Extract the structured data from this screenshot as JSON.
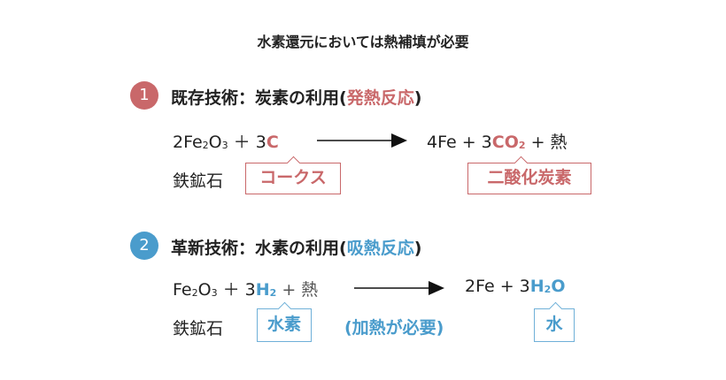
{
  "title": "水素還元においては熱補填が必要",
  "colors": {
    "red": "#c9686a",
    "blue": "#4a9ccc"
  },
  "section1": {
    "number": "1",
    "heading": "既存技術：炭素の利用(",
    "heading_highlight": "発熱反応",
    "heading_close": ")",
    "lhs": {
      "a": "2Fe",
      "a_sub1": "2",
      "a2": "O",
      "a_sub2": "3",
      "plus": " ＋ 3",
      "reagent": "C"
    },
    "rhs": {
      "a": "4Fe + 3",
      "product": "CO",
      "product_sub": "2",
      "tail": " + 熱"
    },
    "ore_label": "鉄鉱石",
    "reagent_label": "コークス",
    "product_label": "二酸化炭素"
  },
  "section2": {
    "number": "2",
    "heading": "革新技術：水素の利用(",
    "heading_highlight": "吸熱反応",
    "heading_close": ")",
    "lhs": {
      "a": "Fe",
      "a_sub1": "2",
      "a2": "O",
      "a_sub2": "3",
      "plus": " ＋ 3",
      "reagent": "H",
      "reagent_sub": "2",
      "tail": " + 熱"
    },
    "rhs": {
      "a": "2Fe + 3",
      "product": "H",
      "product_sub": "2",
      "product2": "O"
    },
    "ore_label": "鉄鉱石",
    "reagent_label": "水素",
    "note": "(加熱が必要)",
    "product_label": "水"
  }
}
